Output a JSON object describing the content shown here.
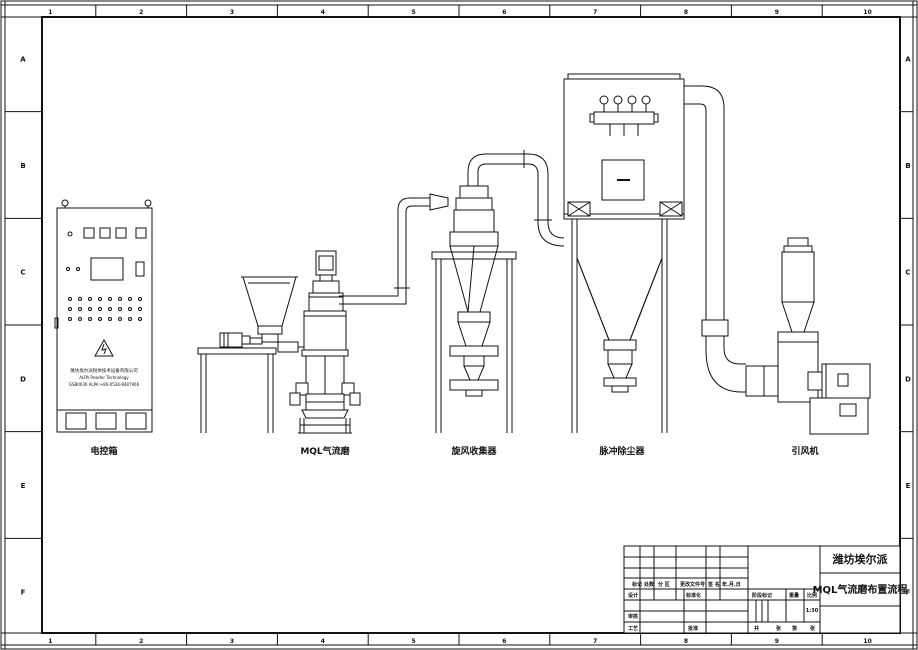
{
  "drawing": {
    "column_numbers": [
      "1",
      "2",
      "3",
      "4",
      "5",
      "6",
      "7",
      "8",
      "9",
      "10"
    ],
    "row_letters": [
      "A",
      "B",
      "C",
      "D",
      "E",
      "F"
    ],
    "equipment_labels": {
      "control_cabinet": "电控箱",
      "jet_mill": "MQL气流磨",
      "cyclone": "旋风收集器",
      "dust_collector": "脉冲除尘器",
      "fan": "引风机"
    },
    "cabinet_plate": {
      "line1": "潍坊埃尔派粉体技术设备有限公司",
      "line2": "ALPA Powder Technology",
      "line3": "GSB0036 ALPA:+86-0536-8487966"
    }
  },
  "title_block": {
    "company": "潍坊埃尔派",
    "drawing_title": "MQL气流磨布置流程",
    "scale": "1:30",
    "row_labels": {
      "mark": "标记",
      "count": "处数",
      "zone": "分 区",
      "change_doc": "更改文件号",
      "sign": "签 名",
      "date": "年.月.日",
      "design": "设计",
      "standardize": "标准化",
      "review": "审核",
      "process": "工艺",
      "approve": "批准",
      "stage_mark": "阶段标记",
      "weight": "重量",
      "scale_label": "比例",
      "total": "共",
      "sheets": "张",
      "page": "第",
      "page_sheets": "张"
    }
  }
}
